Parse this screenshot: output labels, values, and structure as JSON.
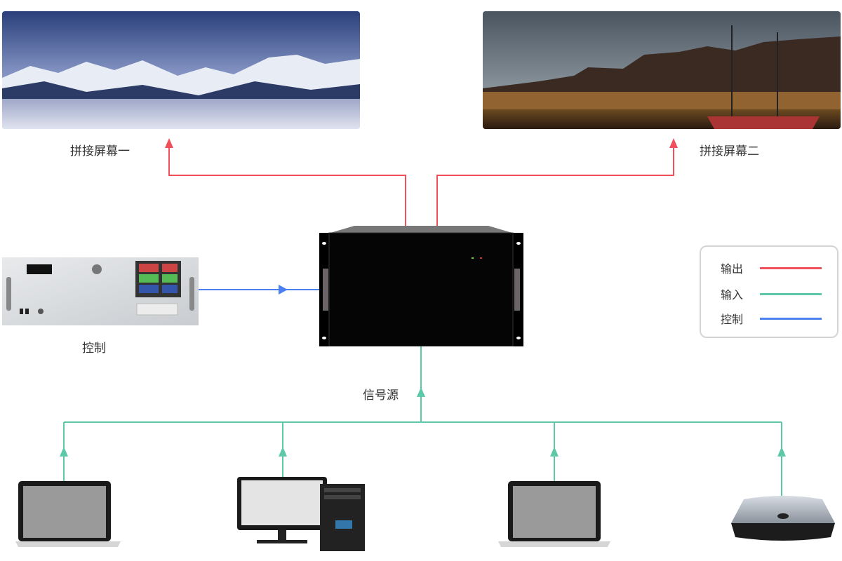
{
  "screens": [
    {
      "label": "拼接屏幕一",
      "scene": "snowy-mountains"
    },
    {
      "label": "拼接屏幕二",
      "scene": "harbor-town-night"
    }
  ],
  "controller": {
    "label": "控制"
  },
  "source": {
    "label": "信号源"
  },
  "legend": {
    "items": [
      {
        "label": "输出",
        "color": "#f0505a"
      },
      {
        "label": "输入",
        "color": "#5cc8a8"
      },
      {
        "label": "控制",
        "color": "#4a80f0"
      }
    ]
  },
  "colors": {
    "output": "#f0505a",
    "input": "#5cc8a8",
    "control": "#4a80f0"
  }
}
